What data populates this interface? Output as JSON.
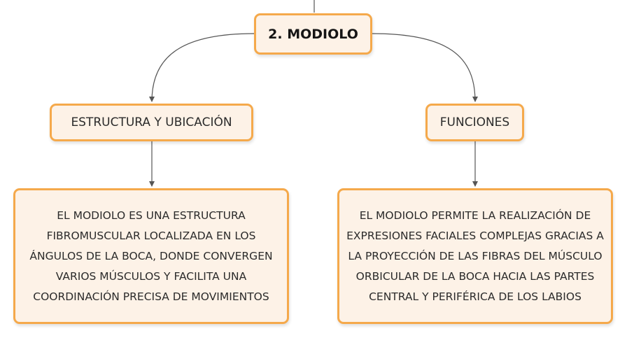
{
  "diagram": {
    "root": {
      "label": "2. MODIOLO"
    },
    "branches": [
      {
        "label": "ESTRUCTURA Y UBICACIÓN",
        "detail": "EL MODIOLO ES UNA ESTRUCTURA FIBROMUSCULAR LOCALIZADA EN LOS ÁNGULOS DE LA BOCA, DONDE CONVERGEN VARIOS MÚSCULOS Y FACILITA UNA COORDINACIÓN PRECISA DE MOVIMIENTOS"
      },
      {
        "label": "FUNCIONES",
        "detail": "EL MODIOLO PERMITE LA REALIZACIÓN DE EXPRESIONES FACIALES COMPLEJAS GRACIAS A LA PROYECCIÓN DE LAS FIBRAS DEL MÚSCULO ORBICULAR DE LA BOCA HACIA LAS PARTES CENTRAL Y PERIFÉRICA DE LOS LABIOS"
      }
    ]
  },
  "colors": {
    "node_border": "#f5a94b",
    "node_fill": "#fdf2e7",
    "connector": "#555555"
  }
}
